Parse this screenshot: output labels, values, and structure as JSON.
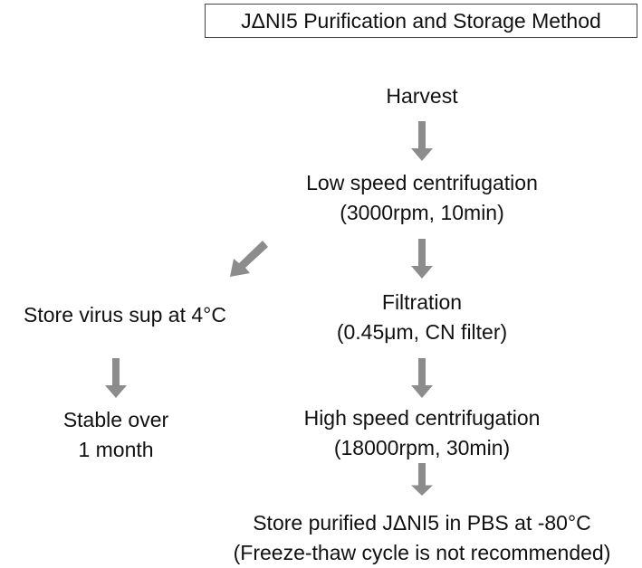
{
  "title": "JΔNI5 Purification and Storage Method",
  "steps": {
    "harvest": {
      "line1": "Harvest"
    },
    "low_speed": {
      "line1": "Low speed centrifugation",
      "line2": "(3000rpm, 10min)"
    },
    "filtration": {
      "line1": "Filtration",
      "line2": "(0.45μm, CN filter)"
    },
    "high_speed": {
      "line1": "High speed centrifugation",
      "line2": "(18000rpm, 30min)"
    },
    "store_purified": {
      "line1": "Store purified JΔNI5 in PBS at -80°C",
      "line2": "(Freeze-thaw cycle is not recommended)"
    }
  },
  "side_branch": {
    "store_sup": {
      "line1": "Store virus sup at 4°C"
    },
    "stable": {
      "line1": "Stable over",
      "line2": "1 month"
    }
  },
  "colors": {
    "arrow": "#8c8c8c",
    "text": "#111111",
    "title_border": "#444444"
  },
  "icons": {
    "down_arrow": "down-arrow-icon",
    "diagonal_arrow": "diagonal-down-left-arrow-icon"
  }
}
